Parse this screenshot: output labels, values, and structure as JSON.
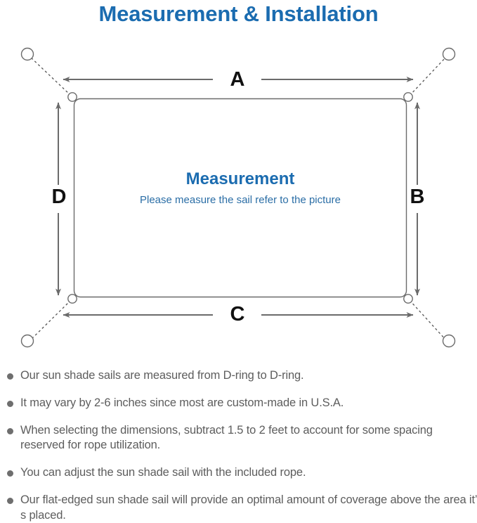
{
  "page": {
    "title": "Measurement & Installation",
    "background": "#ffffff",
    "accent_blue": "#1b6cb0",
    "subtitle_blue": "#2b6ea6",
    "line_gray": "#6b6b6b",
    "text_gray": "#5d5d5d"
  },
  "diagram": {
    "name": "sun-shade-sail-measurement-diagram",
    "center_title": "Measurement",
    "center_subtitle": "Please measure the sail refer to the picture",
    "dimension_labels": {
      "top": "A",
      "right": "B",
      "bottom": "C",
      "left": "D"
    },
    "corner_hardware": {
      "d_ring_count": 4,
      "anchor_point_count": 4,
      "rope_style": "dashed"
    }
  },
  "notes": [
    "Our sun shade sails are measured from D-ring to D-ring.",
    "It may vary by 2-6 inches since most are custom-made in U.S.A.",
    "When selecting the dimensions, subtract 1.5 to 2 feet to account for some spacing reserved for rope utilization.",
    "You can adjust the sun shade sail with the included rope.",
    "Our flat-edged sun shade sail will provide an optimal amount of coverage above the area it’ s placed."
  ]
}
